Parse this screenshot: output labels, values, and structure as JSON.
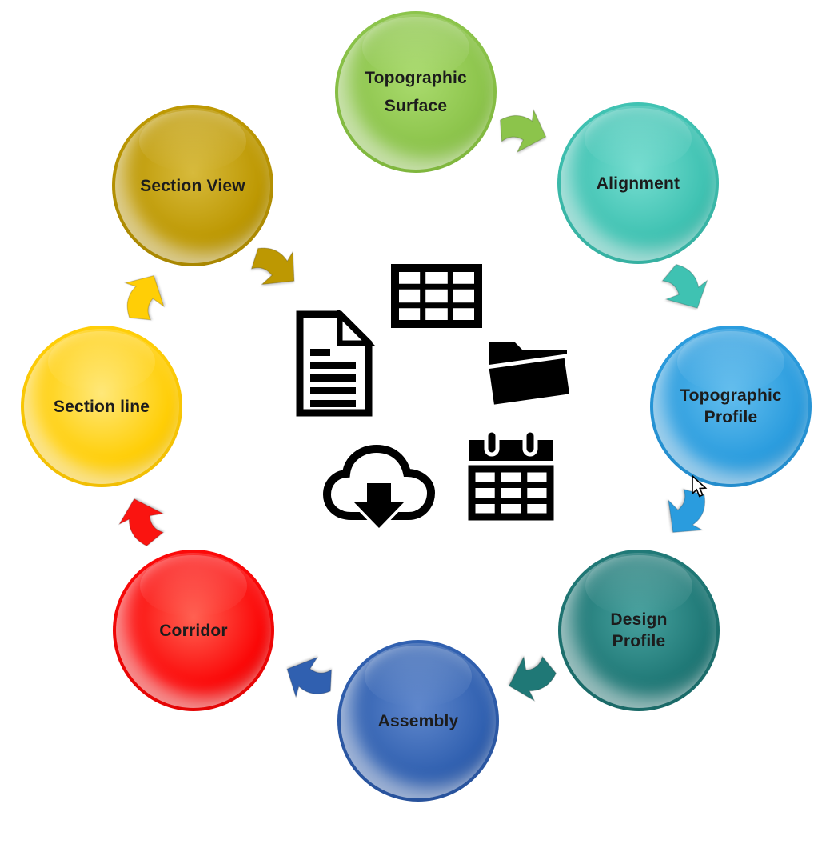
{
  "diagram": {
    "type": "cycle-workflow",
    "background_color": "#ffffff",
    "text_color": "#1c1c1c",
    "icon_color": "#000000",
    "nodes": [
      {
        "id": "topographic-surface",
        "label": "Topographic Surface",
        "lines": [
          "Topographic",
          "Surface"
        ],
        "colors": {
          "base": "#8cc44b",
          "light": "#aadb6e",
          "dark": "#6fa52c"
        }
      },
      {
        "id": "alignment",
        "label": "Alignment",
        "lines": [
          "Alignment"
        ],
        "colors": {
          "base": "#3fc2b2",
          "light": "#76ddd0",
          "dark": "#2a9a8c"
        }
      },
      {
        "id": "topographic-profile",
        "label": "Topographic Profile",
        "lines": [
          "Topographic",
          "Profile"
        ],
        "colors": {
          "base": "#2a9cde",
          "light": "#64beee",
          "dark": "#1a77b5"
        }
      },
      {
        "id": "design-profile",
        "label": "Design Profile",
        "lines": [
          "Design",
          "Profile"
        ],
        "colors": {
          "base": "#1f7876",
          "light": "#47a19e",
          "dark": "#135654"
        }
      },
      {
        "id": "assembly",
        "label": "Assembly",
        "lines": [
          "Assembly"
        ],
        "colors": {
          "base": "#3060b0",
          "light": "#5f87cc",
          "dark": "#1e4182"
        }
      },
      {
        "id": "corridor",
        "label": "Corridor",
        "lines": [
          "Corridor"
        ],
        "colors": {
          "base": "#fb0808",
          "light": "#ff6152",
          "dark": "#c60000"
        }
      },
      {
        "id": "section-line",
        "label": "Section line",
        "lines": [
          "Section line"
        ],
        "colors": {
          "base": "#ffce06",
          "light": "#ffe87a",
          "dark": "#dfa900"
        }
      },
      {
        "id": "section-view",
        "label": "Section View",
        "lines": [
          "Section View"
        ],
        "colors": {
          "base": "#bd9802",
          "light": "#d7ba3c",
          "dark": "#8f7100"
        }
      }
    ],
    "arrows": [
      {
        "id": "topographic-surface-to-alignment",
        "color": "#8cc44b"
      },
      {
        "id": "alignment-to-topographic-profile",
        "color": "#3fc2b2"
      },
      {
        "id": "topographic-profile-to-design-profile",
        "color": "#2a9cde"
      },
      {
        "id": "design-profile-to-assembly",
        "color": "#1f7876"
      },
      {
        "id": "assembly-to-corridor",
        "color": "#3060b0"
      },
      {
        "id": "corridor-to-section-line",
        "color": "#fa1410"
      },
      {
        "id": "section-line-to-section-view",
        "color": "#ffce06"
      },
      {
        "id": "section-view-to-center",
        "color": "#bd9802"
      }
    ],
    "center_icons": [
      {
        "name": "data-table-icon"
      },
      {
        "name": "document-icon"
      },
      {
        "name": "open-folder-icon"
      },
      {
        "name": "cloud-download-icon"
      },
      {
        "name": "calendar-icon"
      }
    ],
    "cursor": {
      "type": "arrow-pointer"
    }
  }
}
